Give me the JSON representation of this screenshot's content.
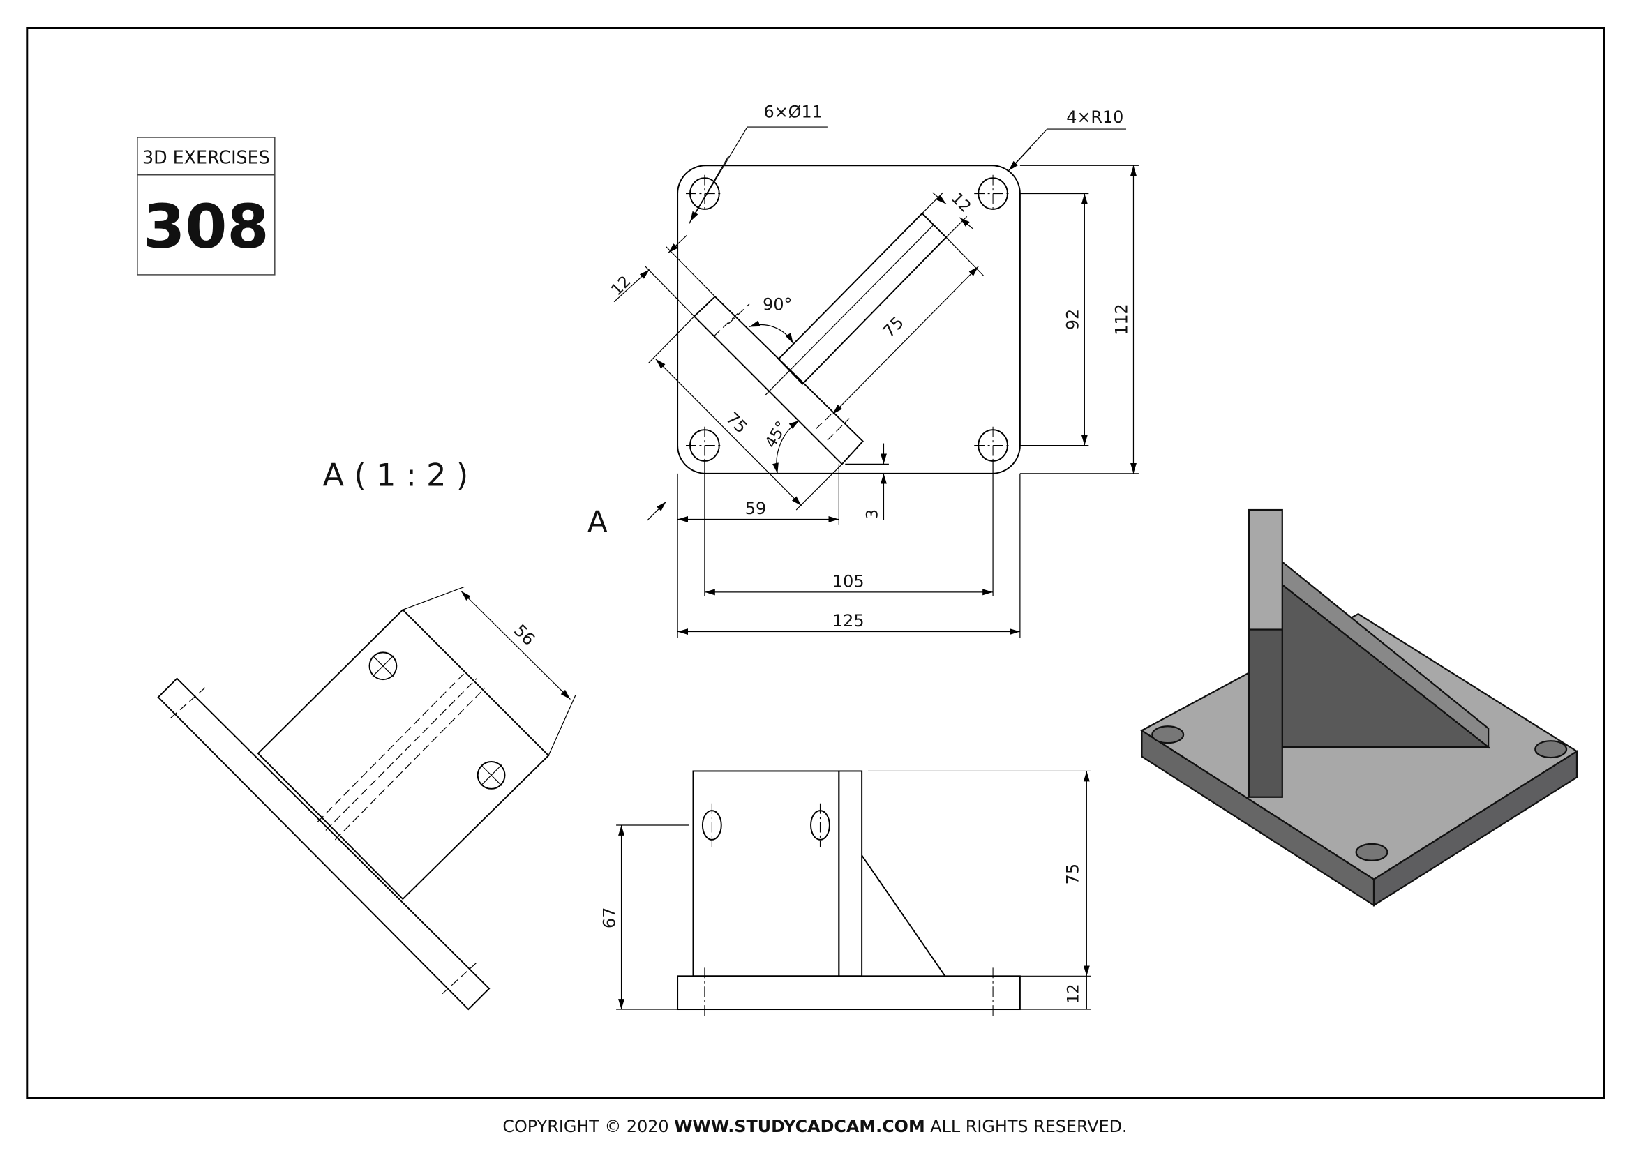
{
  "title_block": {
    "label": "3D EXERCISES",
    "number": "308"
  },
  "views": {
    "aux_view_label": "A ( 1 : 2 )",
    "view_arrow_label": "A"
  },
  "dimensions": {
    "holes": "6×Ø11",
    "radius": "4×R10",
    "rib_thickness": "12",
    "flange_thickness": "12",
    "angle_90": "90°",
    "rib_length": "75",
    "flange_length": "75",
    "angle_45": "45°",
    "hole_spacing_v": "92",
    "plate_height": "112",
    "offset_59": "59",
    "offset_3": "3",
    "hole_spacing_h": "105",
    "plate_width": "125",
    "aux_width": "56",
    "hole_height": "67",
    "flange_height": "75",
    "base_thickness": "12"
  },
  "footer": {
    "prefix": "COPYRIGHT © 2020 ",
    "site": "WWW.STUDYCADCAM.COM",
    "suffix": " ALL RIGHTS RESERVED."
  },
  "colors": {
    "iso_light": "#a8a8a8",
    "iso_dark": "#5a5a5a",
    "iso_mid": "#888888"
  }
}
